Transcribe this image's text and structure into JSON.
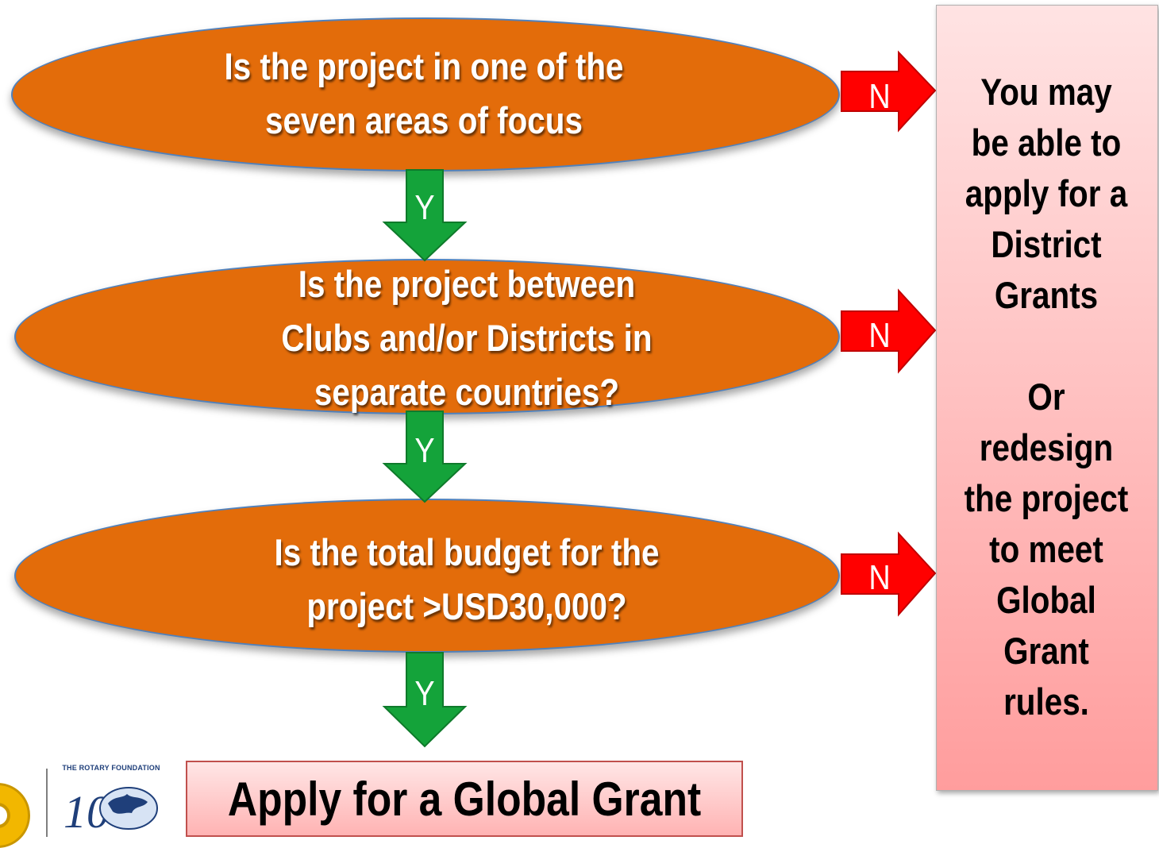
{
  "questions": [
    {
      "lines": [
        "Is the project in one of the",
        "seven areas of focus"
      ]
    },
    {
      "lines": [
        "Is the project between",
        "Clubs and/or Districts in",
        "separate countries?"
      ]
    },
    {
      "lines": [
        "Is the total budget for the",
        "project >USD30,000?"
      ]
    }
  ],
  "yes_label": "Y",
  "no_label": "N",
  "no_outcome": {
    "lines_a": [
      "You may",
      "be able to",
      "apply for a",
      "District",
      "Grants"
    ],
    "lines_b": [
      "Or",
      "redesign",
      "the project",
      "to meet",
      "Global",
      "Grant",
      "rules."
    ]
  },
  "final": {
    "text": "Apply for a Global Grant"
  },
  "logos": {
    "foundation_caption": "THE ROTARY FOUNDATION"
  },
  "colors": {
    "question_fill": "#e36c0a",
    "question_border": "#4f81bd",
    "yes_arrow": "#14a33a",
    "no_arrow": "#ff0000",
    "outcome_fill": "#ffc4c4"
  }
}
